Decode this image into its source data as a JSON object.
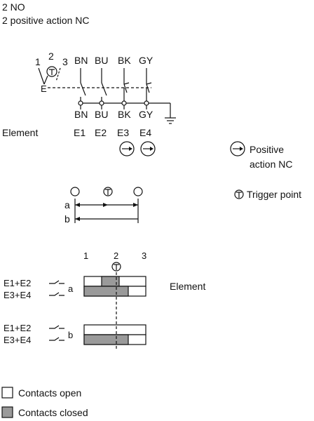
{
  "header": {
    "line1": "2 NO",
    "line2": "2 positive action NC"
  },
  "actuator": {
    "pos1": "1",
    "pos2": "2",
    "pos3": "3",
    "e_label": "E"
  },
  "wires_top": [
    "BN",
    "BU",
    "BK",
    "GY"
  ],
  "wires_bottom": [
    "BN",
    "BU",
    "BK",
    "GY"
  ],
  "element_label": "Element",
  "elements": [
    "E1",
    "E2",
    "E3",
    "E4"
  ],
  "legend": {
    "positive_action": "Positive",
    "positive_action_2": "action NC",
    "trigger_point": "Trigger point"
  },
  "travel": {
    "a": "a",
    "b": "b"
  },
  "timing": {
    "positions": [
      "1",
      "2",
      "3"
    ],
    "row_a_pair1": "E1+E2",
    "row_a_pair2": "E3+E4",
    "row_b_pair1": "E1+E2",
    "row_b_pair2": "E3+E4",
    "label_a": "a",
    "label_b": "b",
    "element": "Element"
  },
  "key": {
    "open": "Contacts open",
    "closed": "Contacts closed"
  },
  "colors": {
    "closed_fill": "#9a9a9a",
    "line": "#111111"
  }
}
